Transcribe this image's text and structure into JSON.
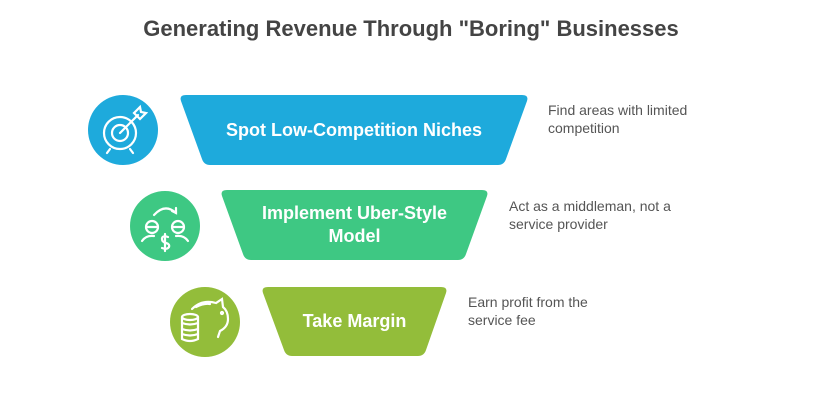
{
  "title": "Generating Revenue Through \"Boring\" Businesses",
  "steps": [
    {
      "label": "Spot Low-Competition Niches",
      "description": "Find areas with limited competition",
      "icon": "target-icon",
      "color": "#1eaadc"
    },
    {
      "label": "Implement Uber-Style Model",
      "description": "Act as a middleman, not a service provider",
      "icon": "exchange-people-icon",
      "color": "#3ec883"
    },
    {
      "label": "Take Margin",
      "description": "Earn profit from the service fee",
      "icon": "piggy-bank-coins-icon",
      "color": "#93bd3a"
    }
  ]
}
